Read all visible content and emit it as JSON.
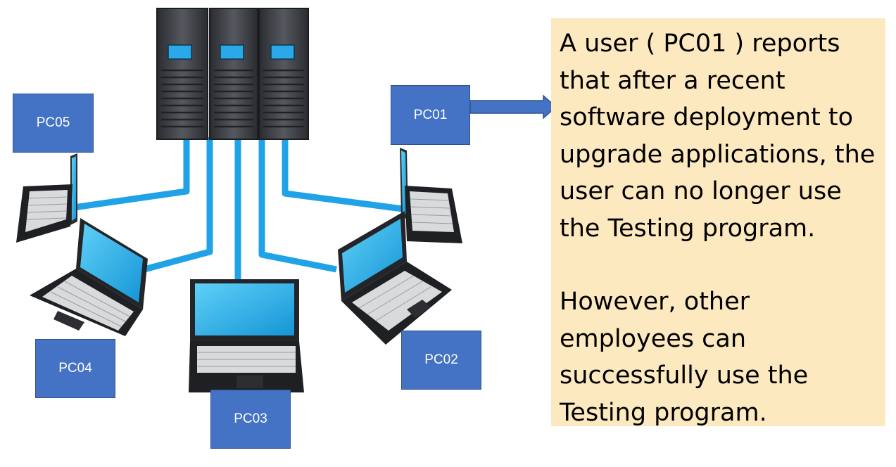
{
  "nodes": {
    "pc01": "PC01",
    "pc02": "PC02",
    "pc03": "PC03",
    "pc04": "PC04",
    "pc05": "PC05"
  },
  "callout": {
    "paragraph1": "A user ( PC01 )  reports\nthat after a recent\nsoftware deployment to\nupgrade applications, the\nuser can no longer use\nthe Testing program.",
    "paragraph2": "However, other\nemployees can\nsuccessfully use the\nTesting program."
  },
  "colors": {
    "node_fill": "#4472c4",
    "callout_fill": "#fde9bf",
    "cable": "#1fa2e6",
    "screen": "#2fb8ee"
  },
  "icons": [
    "server-rack-icon",
    "laptop-icon",
    "arrow-right-icon"
  ]
}
